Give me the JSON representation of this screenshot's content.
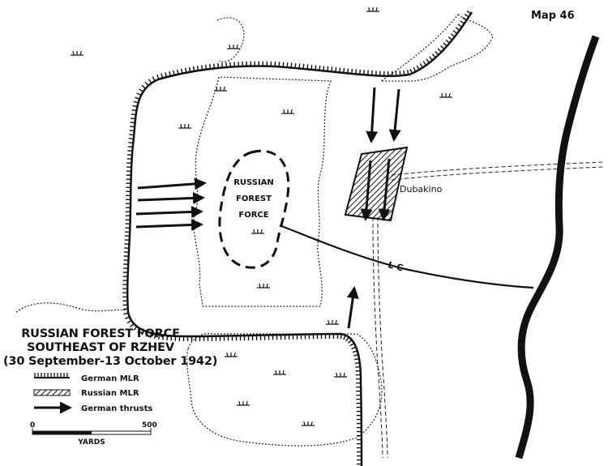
{
  "map_number": "Map 46",
  "title_lines": [
    "RUSSIAN FOREST FORCE",
    "SOUTHEAST OF RZHEV",
    "(30 September-13 October 1942)"
  ],
  "pocket_label": [
    "RUSSIAN",
    "FOREST",
    "FORCE"
  ],
  "village": "Dubakino",
  "line_of_contact": "L C",
  "legend": {
    "german_mlr": "German MLR",
    "russian_mlr": "Russian MLR",
    "german_thrusts": "German thrusts"
  },
  "scale": {
    "min": "0",
    "max": "500",
    "unit": "YARDS"
  },
  "colors": {
    "ink": "#111111",
    "paper": "#ffffff"
  }
}
